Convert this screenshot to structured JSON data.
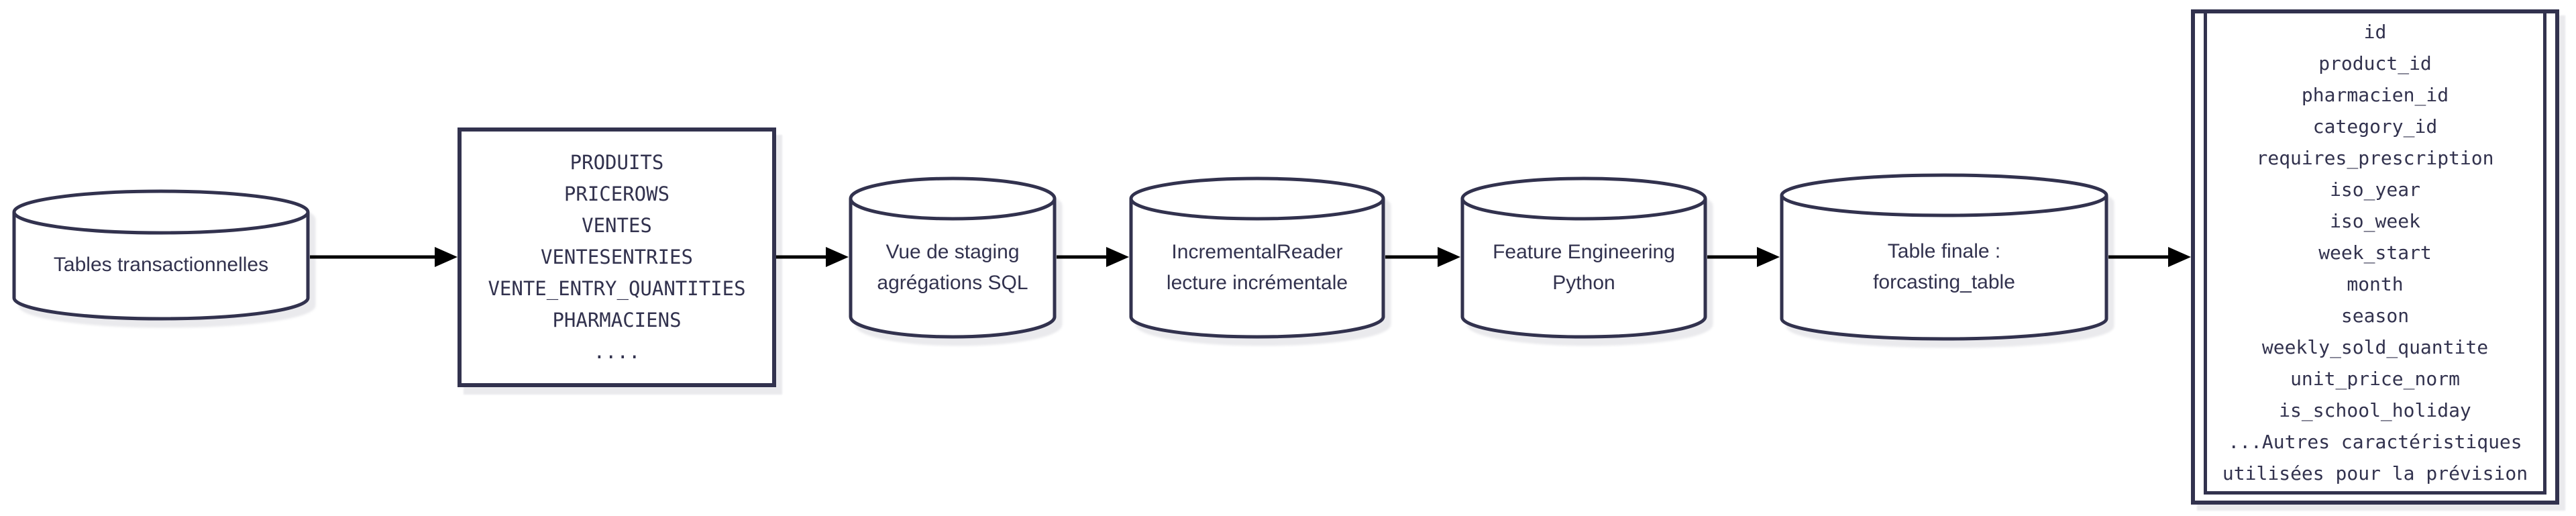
{
  "colors": {
    "stroke": "#32324e",
    "arrow": "#000000",
    "fill": "#ffffff",
    "shadow": "#ececf0"
  },
  "source_db": {
    "label": "Tables transactionnelles"
  },
  "tables_box": {
    "lines": [
      "PRODUITS",
      "PRICEROWS",
      "VENTES",
      "VENTESENTRIES",
      "VENTE_ENTRY_QUANTITIES",
      "PHARMACIENS",
      "...."
    ]
  },
  "staging_db": {
    "line1": "Vue de staging",
    "line2": "agrégations SQL"
  },
  "reader_db": {
    "line1": "IncrementalReader",
    "line2": "lecture incrémentale"
  },
  "feature_db": {
    "line1": "Feature Engineering",
    "line2": "Python"
  },
  "final_db": {
    "line1": "Table finale :",
    "line2": "forcasting_table"
  },
  "columns_box": {
    "lines": [
      "id",
      "product_id",
      "pharmacien_id",
      "category_id",
      "requires_prescription",
      "iso_year",
      "iso_week",
      "week_start",
      "month",
      "season",
      "weekly_sold_quantite",
      "unit_price_norm",
      "is_school_holiday",
      "...Autres caractéristiques",
      "utilisées pour la prévision"
    ]
  }
}
